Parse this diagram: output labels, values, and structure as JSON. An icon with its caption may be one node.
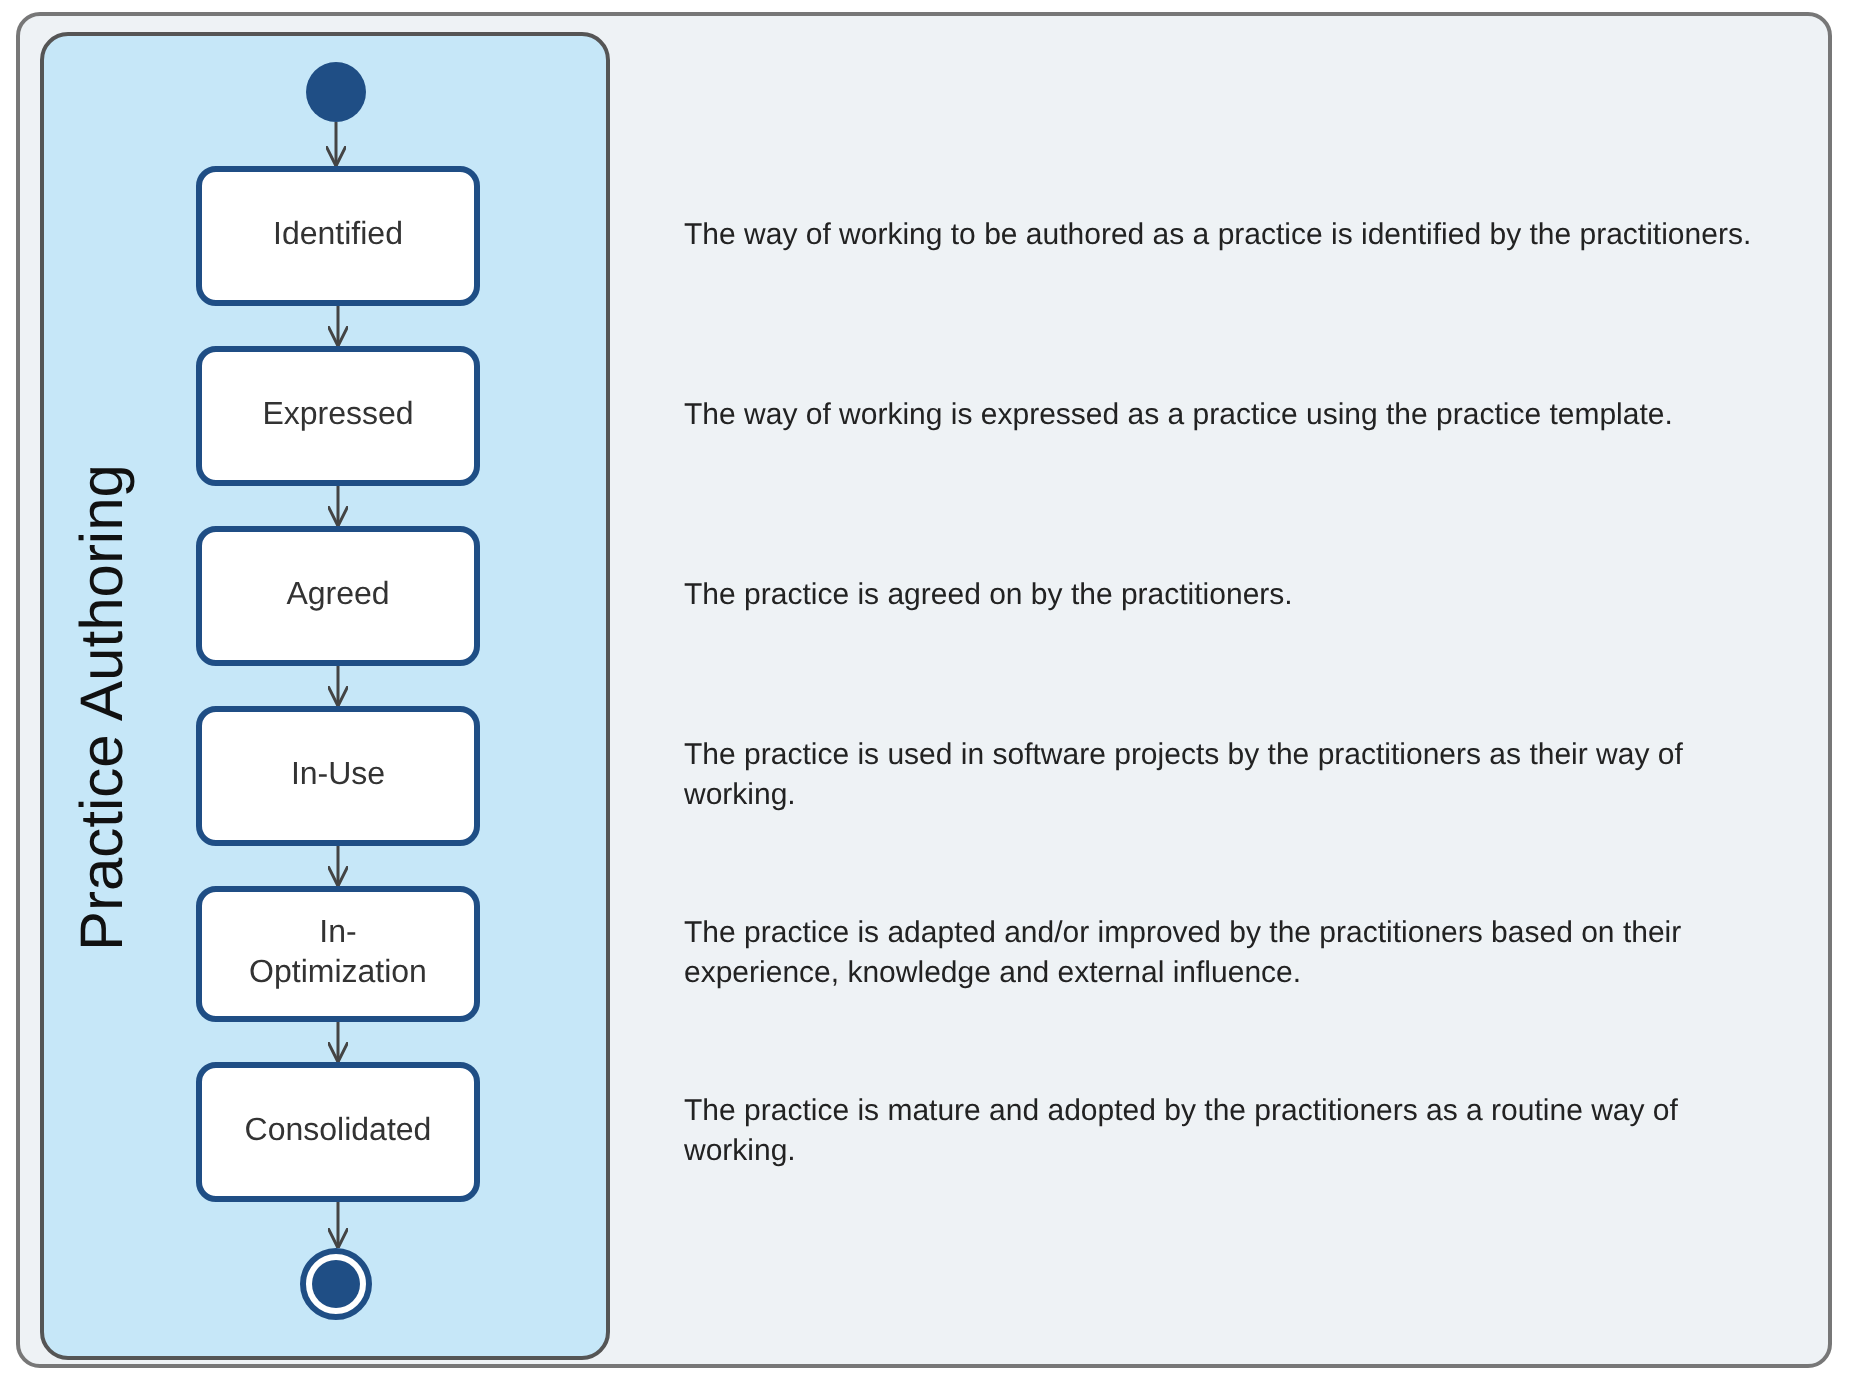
{
  "diagram": {
    "nodes": [
      {
        "text": [
          "Practice Authoring"
        ]
      },
      {
        "text": [],
        "shape": "circle",
        "in": 0
      },
      {
        "text": [
          "Identified"
        ],
        "in": 0
      },
      {
        "text": [
          "Expressed"
        ],
        "in": 0
      },
      {
        "text": [
          "Agreed"
        ],
        "in": 0
      },
      {
        "text": [
          "In-Use"
        ],
        "in": 0
      },
      {
        "text": [
          "In-Optimization"
        ],
        "in": 0
      },
      {
        "text": [
          "Consolidated"
        ],
        "in": 0
      },
      {
        "text": [],
        "shape": "circle",
        "in": 0
      }
    ],
    "edges": [
      {
        "from": 1,
        "to": 2,
        "arrow": "to"
      },
      {
        "from": 2,
        "to": 3,
        "arrow": "to"
      },
      {
        "from": 3,
        "to": 4,
        "arrow": "to"
      },
      {
        "from": 4,
        "to": 5,
        "arrow": "to"
      },
      {
        "from": 5,
        "to": 6,
        "arrow": "to"
      },
      {
        "from": 6,
        "to": 7,
        "arrow": "to"
      },
      {
        "from": 7,
        "to": 8,
        "arrow": "to"
      }
    ],
    "labels": [
      "The way of working to be authored as a practice is identified by the practitioners.",
      "The way of working is expressed as a practice using the practice template.",
      "The practice is agreed on by the practitioners.",
      "The practice is used in software projects by the practitioners as their way of working.",
      "The practice is adapted and/or improved by the practitioners based on their experience, knowledge and external influence.",
      "The practice is mature and adopted by the practitioners as a routine way of working."
    ]
  }
}
